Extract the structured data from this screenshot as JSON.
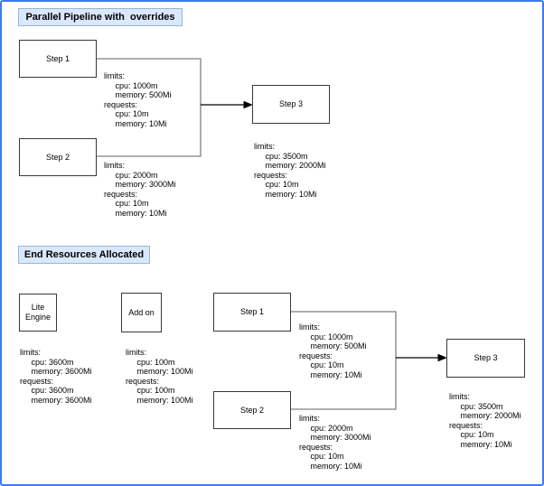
{
  "diagram": {
    "colors": {
      "frame_border": "#3d7bf4",
      "title_fill": "#dae8fc",
      "title_border": "#95b5dc",
      "node_border": "#383838",
      "connector": "#7f7f7f",
      "arrow": "#000000"
    },
    "pipeline_section": {
      "title": "Parallel Pipeline with  overrides",
      "step1": {
        "label": "Step 1",
        "resources": [
          "limits:",
          "     cpu: 1000m",
          "     memory: 500Mi",
          "requests:",
          "     cpu: 10m",
          "     memory: 10Mi"
        ]
      },
      "step2": {
        "label": "Step 2",
        "resources": [
          "limits:",
          "     cpu: 2000m",
          "     memory: 3000Mi",
          "requests:",
          "     cpu: 10m",
          "     memory: 10Mi"
        ]
      },
      "step3": {
        "label": "Step 3",
        "resources": [
          "limits:",
          "     cpu: 3500m",
          "     memory: 2000Mi",
          "requests:",
          "     cpu: 10m",
          "     memory: 10Mi"
        ]
      }
    },
    "end_section": {
      "title": "End Resources Allocated",
      "lite_engine": {
        "label": "Lite Engine",
        "resources": [
          "limits:",
          "     cpu: 3600m",
          "     memory: 3600Mi",
          "requests:",
          "     cpu: 3600m",
          "     memory: 3600Mi"
        ]
      },
      "add_on": {
        "label": "Add on",
        "resources": [
          "limits:",
          "     cpu: 100m",
          "     memory: 100Mi",
          "requests:",
          "     cpu: 100m",
          "     memory: 100Mi"
        ]
      },
      "step1": {
        "label": "Step 1",
        "resources": [
          "limits:",
          "     cpu: 1000m",
          "     memory: 500Mi",
          "requests:",
          "     cpu: 10m",
          "     memory: 10Mi"
        ]
      },
      "step2": {
        "label": "Step 2",
        "resources": [
          "limits:",
          "     cpu: 2000m",
          "     memory: 3000Mi",
          "requests:",
          "     cpu: 10m",
          "     memory: 10Mi"
        ]
      },
      "step3": {
        "label": "Step 3",
        "resources": [
          "limits:",
          "     cpu: 3500m",
          "     memory: 2000Mi",
          "requests:",
          "     cpu: 10m",
          "     memory: 10Mi"
        ]
      }
    }
  }
}
